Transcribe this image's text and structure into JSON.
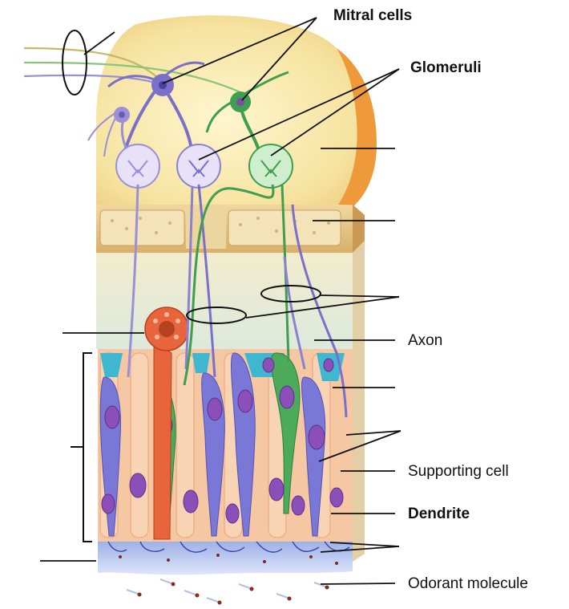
{
  "labels": {
    "mitral_cells": "Mitral cells",
    "glomeruli": "Glomeruli",
    "axon": "Axon",
    "supporting_cell": "Supporting cell",
    "dendrite": "Dendrite",
    "odorant_molecule": "Odorant molecule"
  },
  "colors": {
    "bulb": "#f7e7a8",
    "bulb_edge": "#e98a2a",
    "bone": "#e9c98c",
    "mitral": "#7a6fc9",
    "green_neuron": "#3f9e4f",
    "gland": "#e8643a",
    "basal_cyan": "#3fb7d0",
    "supporting": "#f6c7a3",
    "nucleus": "#8a4fb8",
    "mucus": "#a9b8e8"
  }
}
